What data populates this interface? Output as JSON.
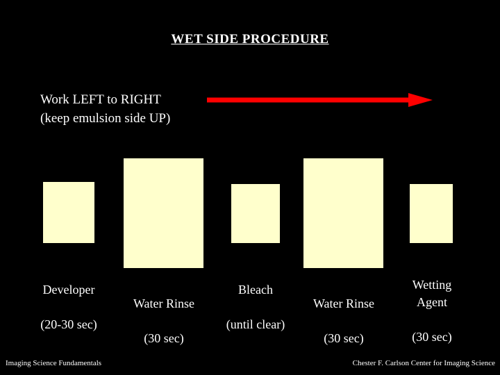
{
  "slide": {
    "title": "WET SIDE PROCEDURE",
    "instruction": "Work LEFT to RIGHT\n(keep emulsion side UP)",
    "background_color": "#000000",
    "text_color": "#ffffff",
    "arrow_color": "#ff0000",
    "box_color": "#ffffcc"
  },
  "steps": [
    {
      "name": "Developer",
      "time": "(20-30 sec)"
    },
    {
      "name": "Water Rinse",
      "time": "(30 sec)"
    },
    {
      "name": "Bleach",
      "time": "(until clear)"
    },
    {
      "name": "Water Rinse",
      "time": "(30 sec)"
    },
    {
      "name": "Wetting\nAgent",
      "time": "(30 sec)"
    }
  ],
  "footer": {
    "left": "Imaging Science Fundamentals",
    "right": "Chester F. Carlson Center for Imaging Science"
  }
}
